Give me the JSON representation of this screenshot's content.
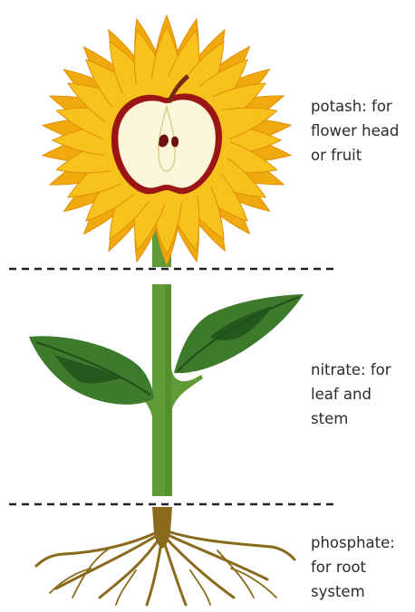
{
  "labels": {
    "potash": [
      "potash: for",
      "flower head",
      "or fruit"
    ],
    "nitrate": [
      "nitrate: for",
      "leaf and",
      "stem"
    ],
    "phosphate": [
      "phosphate:",
      "for root",
      "system"
    ]
  },
  "colors": {
    "petal": "#f7c21c",
    "petal_back": "#f0a90e",
    "petal_vein": "#e08f06",
    "apple_skin": "#9b1515",
    "apple_flesh": "#fbf6dc",
    "stem": "#5e9a35",
    "leaf": "#3e7a2c",
    "leaf_dark": "#22561d",
    "root": "#8a6a1c",
    "divider": "#222222"
  }
}
